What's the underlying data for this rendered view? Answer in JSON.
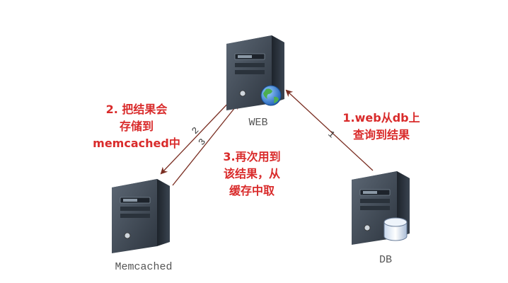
{
  "nodes": {
    "web": {
      "label": "WEB"
    },
    "memcached": {
      "label": "Memcached"
    },
    "db": {
      "label": "DB"
    }
  },
  "annotations": {
    "store": [
      "2. 把结果会",
      "存储到",
      "memcached中"
    ],
    "reuse": [
      "3.再次用到",
      "该结果，从",
      "缓存中取"
    ],
    "query": [
      "1.web从db上",
      "查询到结果"
    ]
  },
  "arrow_marks": {
    "query": "1",
    "store": "2",
    "reuse": "3"
  },
  "colors": {
    "arrow": "#7a2e22",
    "annotation": "#d92b2b",
    "label": "#555555"
  },
  "icons": {
    "web": "server-globe-icon",
    "memcached": "server-icon",
    "db": "server-database-icon"
  }
}
